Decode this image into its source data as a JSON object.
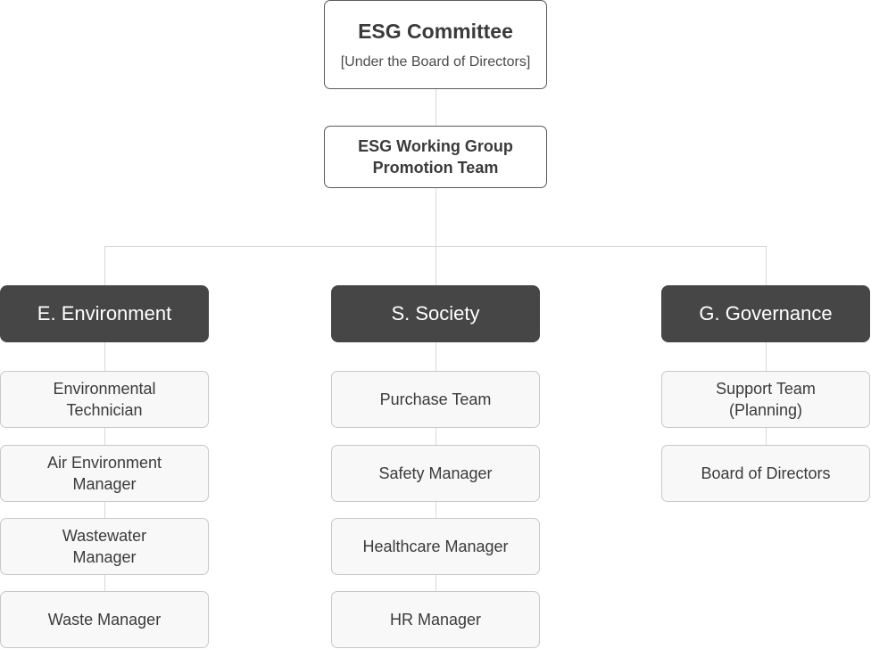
{
  "committee": {
    "title": "ESG Committee",
    "subtitle": "[Under the Board of Directors]"
  },
  "working_group": {
    "line1": "ESG Working Group",
    "line2": "Promotion Team"
  },
  "pillars": [
    {
      "label": "E. Environment",
      "items": [
        [
          "Environmental",
          "Technician"
        ],
        [
          "Air Environment",
          "Manager"
        ],
        [
          "Wastewater",
          "Manager"
        ],
        [
          "Waste Manager"
        ]
      ]
    },
    {
      "label": "S. Society",
      "items": [
        [
          "Purchase Team"
        ],
        [
          "Safety Manager"
        ],
        [
          "Healthcare Manager"
        ],
        [
          "HR Manager"
        ]
      ]
    },
    {
      "label": "G. Governance",
      "items": [
        [
          "Support Team",
          "(Planning)"
        ],
        [
          "Board of Directors"
        ]
      ]
    }
  ],
  "colors": {
    "pillar_fill": "#464646",
    "item_fill": "#f8f8f8",
    "connector": "#d9d9d9"
  }
}
